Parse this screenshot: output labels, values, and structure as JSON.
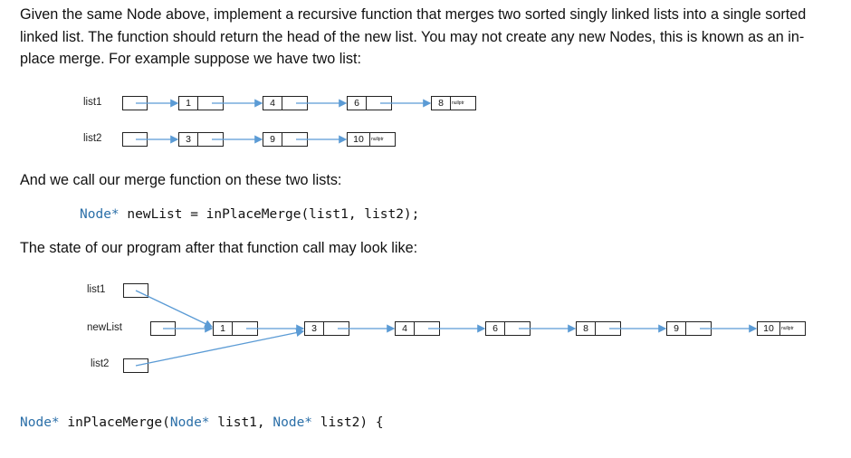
{
  "intro_text": "Given the same Node above, implement a recursive function that merges two sorted singly linked lists into a single sorted linked list. The function should return the head of the new list. You may not create any new Nodes, this is known as an in-place merge. For example suppose we have two list:",
  "diagram1": {
    "list1_label": "list1",
    "list2_label": "list2",
    "list1_values": [
      "1",
      "4",
      "6",
      "8"
    ],
    "list2_values": [
      "3",
      "9",
      "10"
    ],
    "null_text": "nullptr"
  },
  "call_intro": "And we call our merge function on these two lists:",
  "call_code": {
    "type": "Node*",
    "rest": " newList = inPlaceMerge(list1, list2);"
  },
  "state_intro": "The state of our program after that function call may look like:",
  "diagram2": {
    "list1_label": "list1",
    "newlist_label": "newList",
    "list2_label": "list2",
    "values": [
      "1",
      "3",
      "4",
      "6",
      "8",
      "9",
      "10"
    ],
    "null_text": "nullptr"
  },
  "signature": {
    "type1": "Node*",
    "name": " inPlaceMerge(",
    "type2": "Node*",
    "p1": " list1, ",
    "type3": "Node*",
    "p2": " list2) {"
  },
  "colors": {
    "arrow": "#5b9bd5",
    "keyword": "#2b6fa8"
  }
}
